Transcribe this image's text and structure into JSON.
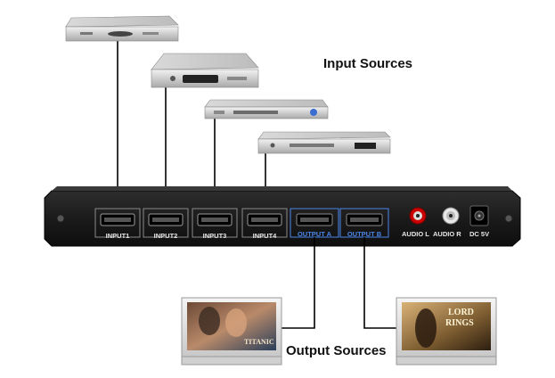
{
  "labels": {
    "input_sources": "Input Sources",
    "output_sources": "Output Sources"
  },
  "switch": {
    "inputs": [
      "INPUT1",
      "INPUT2",
      "INPUT3",
      "INPUT4"
    ],
    "outputs": [
      "OUTPUT A",
      "OUTPUT B"
    ],
    "audio_l": "AUDIO L",
    "audio_r": "AUDIO R",
    "dc": "DC 5V"
  },
  "screens": {
    "left_poster_text": "TITANIC",
    "right_poster_line1": "LORD",
    "right_poster_line2": "RINGS"
  },
  "colors": {
    "switch_body": "#1c1c1c",
    "output_highlight": "#4a86e8",
    "cable": "#000000"
  }
}
